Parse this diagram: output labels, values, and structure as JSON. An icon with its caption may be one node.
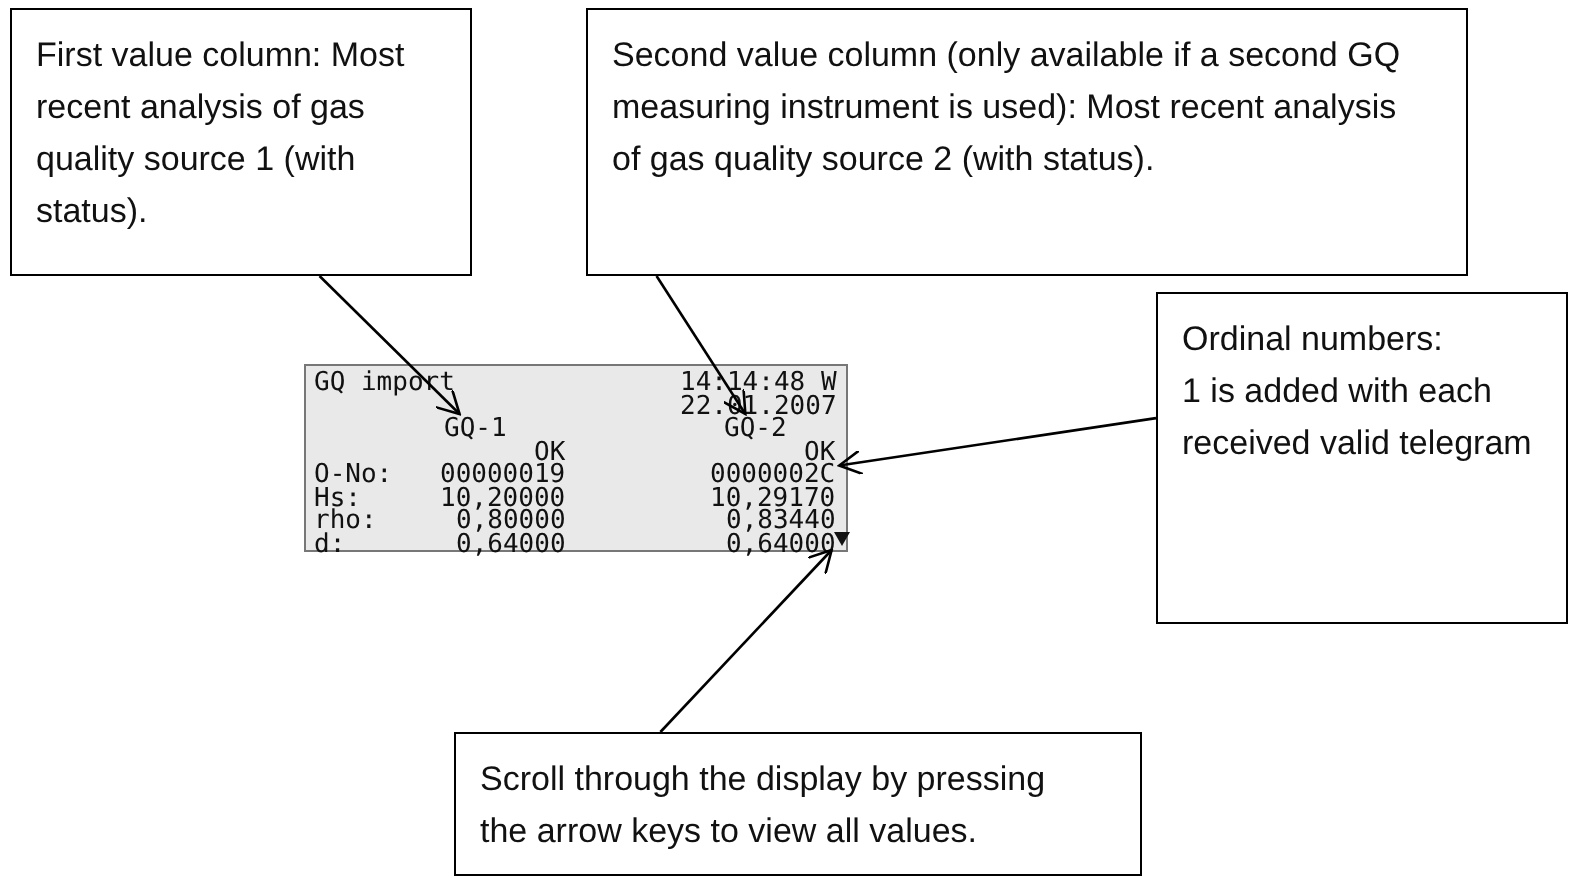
{
  "diagram": {
    "nodes": [
      {
        "text": [
          "First value column: Most recent analysis of gas quality source 1 (with status)."
        ]
      },
      {
        "text": [
          "Second value column (only available if a second GQ measuring instrument is used): Most recent analysis of gas quality source 2 (with status)."
        ]
      },
      {
        "text": [],
        "shape": "box"
      },
      {
        "text": [
          "GQ import"
        ],
        "in": 2
      },
      {
        "text": [
          "14:14:48 W"
        ],
        "in": 2
      },
      {
        "text": [
          "22.01.2007"
        ],
        "in": 2
      },
      {
        "text": [
          "GQ-1"
        ],
        "in": 2
      },
      {
        "text": [
          "GQ-2"
        ],
        "in": 2
      },
      {
        "text": [
          "OK"
        ],
        "in": 2
      },
      {
        "text": [
          "OK"
        ],
        "in": 2
      },
      {
        "text": [
          "O-No:"
        ],
        "in": 2
      },
      {
        "text": [
          "00000019"
        ],
        "in": 2
      },
      {
        "text": [
          "0000002C"
        ],
        "in": 2
      },
      {
        "text": [
          "Hs:"
        ],
        "in": 2
      },
      {
        "text": [
          "10,20000"
        ],
        "in": 2
      },
      {
        "text": [
          "10,29170"
        ],
        "in": 2
      },
      {
        "text": [
          "rho:"
        ],
        "in": 2
      },
      {
        "text": [
          "0,80000"
        ],
        "in": 2
      },
      {
        "text": [
          "0,83440"
        ],
        "in": 2
      },
      {
        "text": [
          "d:"
        ],
        "in": 2
      },
      {
        "text": [
          "0,64000"
        ],
        "in": 2
      },
      {
        "text": [
          "0,64000"
        ],
        "in": 2
      },
      {
        "text": [],
        "shape": "triangle",
        "in": 2
      },
      {
        "text": [
          "Ordinal numbers:",
          "1 is added with each received valid telegram"
        ]
      },
      {
        "text": [
          "Scroll through the display by pressing the arrow keys to view all values."
        ]
      }
    ],
    "edges": [
      {
        "from": 0,
        "to": 6,
        "arrow": "to"
      },
      {
        "from": 1,
        "to": 7,
        "arrow": "to"
      },
      {
        "from": 23,
        "to": 12,
        "arrow": "to"
      },
      {
        "from": 24,
        "to": 22,
        "arrow": "to"
      }
    ]
  }
}
